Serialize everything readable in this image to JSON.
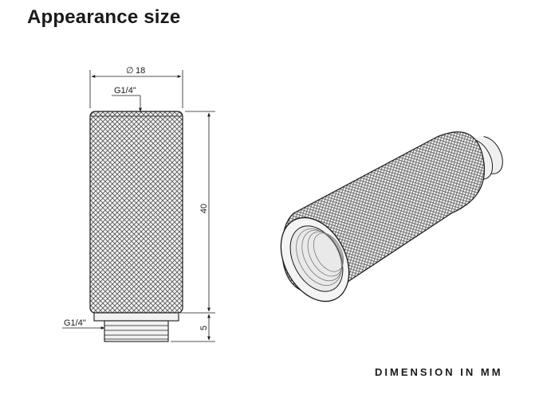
{
  "header": {
    "title": "Appearance size"
  },
  "drawing": {
    "diameter_symbol": "∅",
    "diameter_value": "18",
    "top_thread": "G1/4\"",
    "bottom_thread": "G1/4\"",
    "length_value": "40",
    "thread_length_value": "5"
  },
  "footer": {
    "units_note": "DIMENSION IN MM"
  },
  "colors": {
    "line": "#1a1a1a",
    "body": "#f2f2f2",
    "knurl": "#6a6a6a"
  }
}
